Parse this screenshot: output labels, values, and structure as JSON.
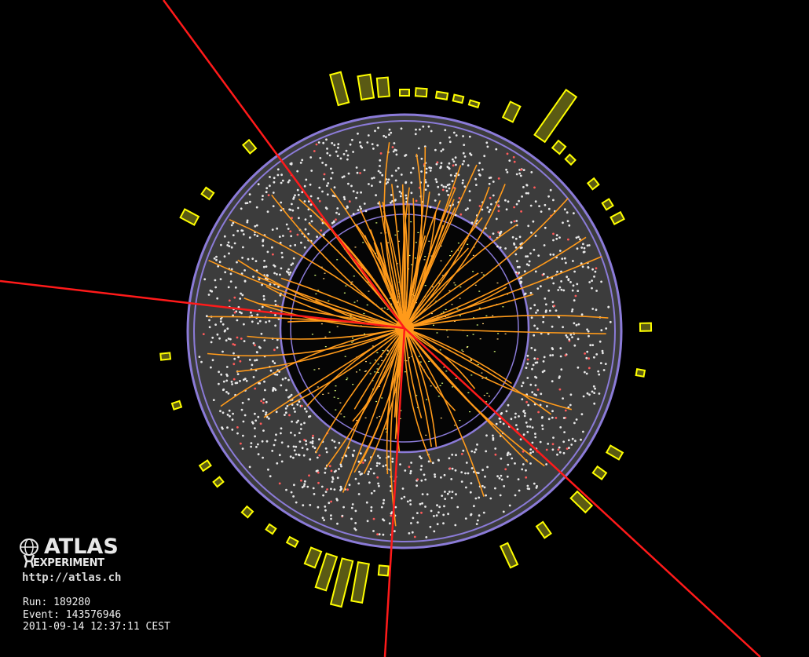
{
  "logo": {
    "name": "ATLAS",
    "subtitle": "EXPERIMENT",
    "url": "http://atlas.ch"
  },
  "event_info": {
    "run": "Run: 189280",
    "event": "Event: 143576946",
    "timestamp": "2011-09-14 12:37:11 CEST"
  },
  "colors": {
    "background": "#000000",
    "detector_fill": "#3c3c3c",
    "detector_ring": "#8b7bd8",
    "tracks": "#ff9a1a",
    "calorimeter_towers": "#ffff00",
    "tower_fill": "#5a5a14",
    "muon_tracks": "#ff1a1a",
    "hits": "#e8e8e8"
  }
}
